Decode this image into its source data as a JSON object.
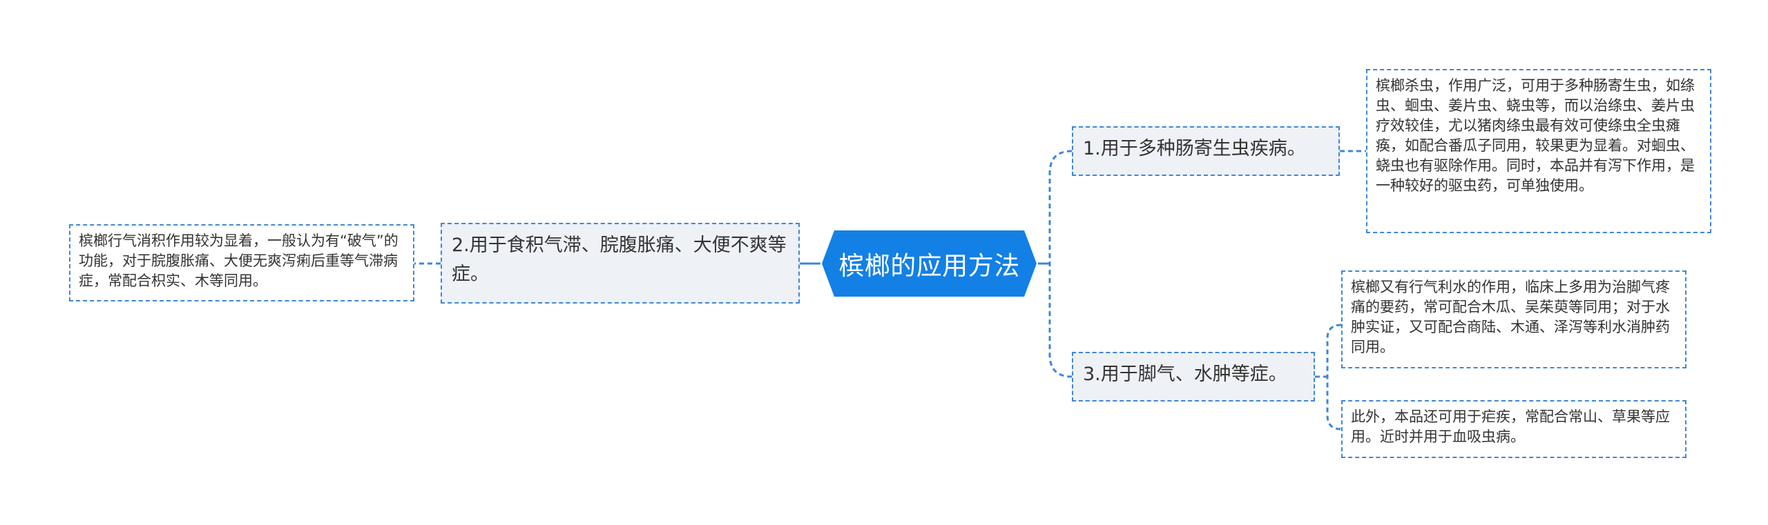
{
  "root": {
    "label": "槟榔的应用方法"
  },
  "topics": [
    {
      "id": "t1",
      "label": "1.用于多种肠寄生虫疾病。",
      "details": [
        "槟榔杀虫，作用广泛，可用于多种肠寄生虫，如绦虫、蛔虫、姜片虫、蛲虫等，而以治绦虫、姜片虫疗效较佳，尤以猪肉绦虫最有效可使绦虫全虫瘫痪，如配合番瓜子同用，较果更为显着。对蛔虫、蛲虫也有驱除作用。同时，本品并有泻下作用，是一种较好的驱虫药，可单独使用。"
      ]
    },
    {
      "id": "t2",
      "label": "2.用于食积气滞、脘腹胀痛、大便不爽等症。",
      "details": [
        "槟榔行气消积作用较为显着，一般认为有“破气”的功能，对于脘腹胀痛、大便无爽泻痢后重等气滞病症，常配合枳实、木等同用。"
      ]
    },
    {
      "id": "t3",
      "label": "3.用于脚气、水肿等症。",
      "details": [
        "槟榔又有行气利水的作用，临床上多用为治脚气疼痛的要药，常可配合木瓜、吴茱萸等同用；对于水肿实证，又可配合商陆、木通、泽泻等利水消肿药同用。",
        "此外，本品还可用于疟疾，常配合常山、草果等应用。近时并用于血吸虫病。"
      ]
    }
  ],
  "colors": {
    "root_fill": "#1380e6",
    "connector": "#3d86d8",
    "topic_fill": "#eef1f6",
    "border": "#3d86d8",
    "text": "#333333"
  }
}
